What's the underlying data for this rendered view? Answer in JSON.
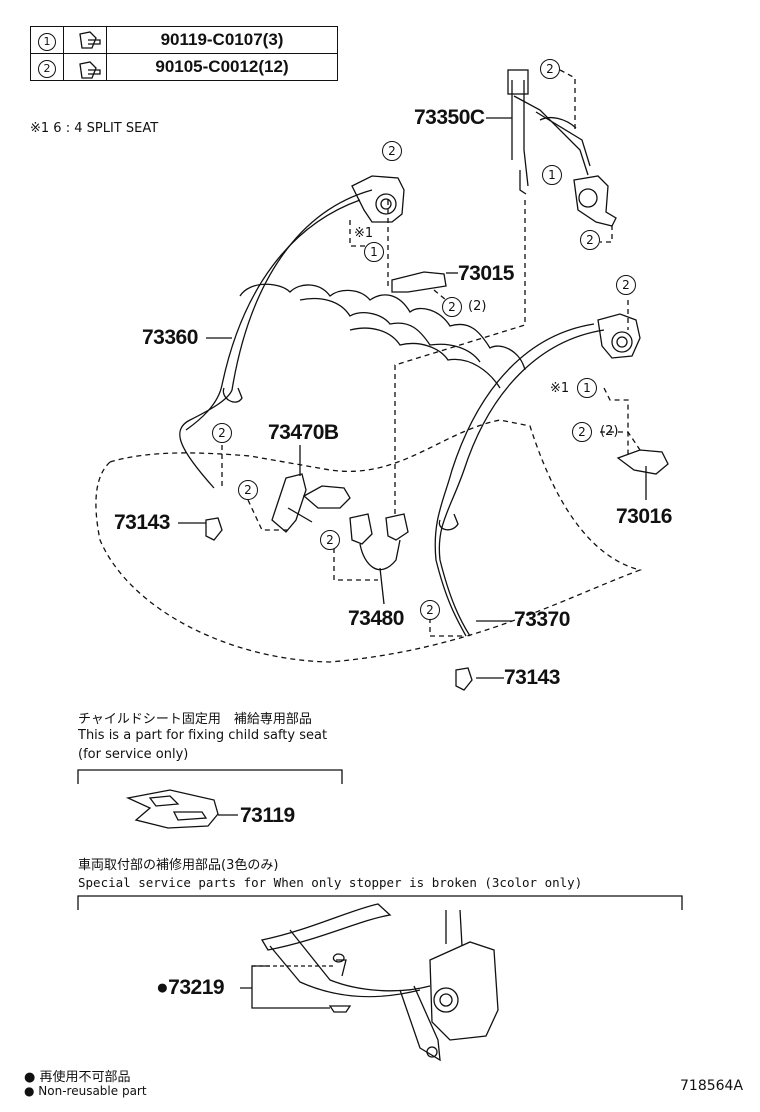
{
  "bolt_table": [
    {
      "index": "1",
      "part": "90119-C0107(3)"
    },
    {
      "index": "2",
      "part": "90105-C0012(12)"
    }
  ],
  "note_split": "※1 6 : 4 SPLIT SEAT",
  "parts": {
    "p73350C": "73350C",
    "p73015": "73015",
    "p73360": "73360",
    "p73470B": "73470B",
    "p73143_left": "73143",
    "p73480": "73480",
    "p73370": "73370",
    "p73016": "73016",
    "p73143_right": "73143",
    "p73119": "73119",
    "p73219": "●73219"
  },
  "callouts": {
    "two": "2",
    "one": "1",
    "two_qty": "(2)",
    "ref1": "※1"
  },
  "child_seat_note": {
    "jp": "チャイルドシート固定用　補給専用部品",
    "en1": "This is a part for fixing child safty seat",
    "en2": "(for service only)"
  },
  "stopper_note": {
    "jp": "車両取付部の補修用部品(3色のみ)",
    "en": "Special  service  parts  for  When  only  stopper  is  broken  (3color  only)"
  },
  "legend": {
    "jp": "● 再使用不可部品",
    "en": "● Non-reusable part"
  },
  "figure_id": "718564A"
}
